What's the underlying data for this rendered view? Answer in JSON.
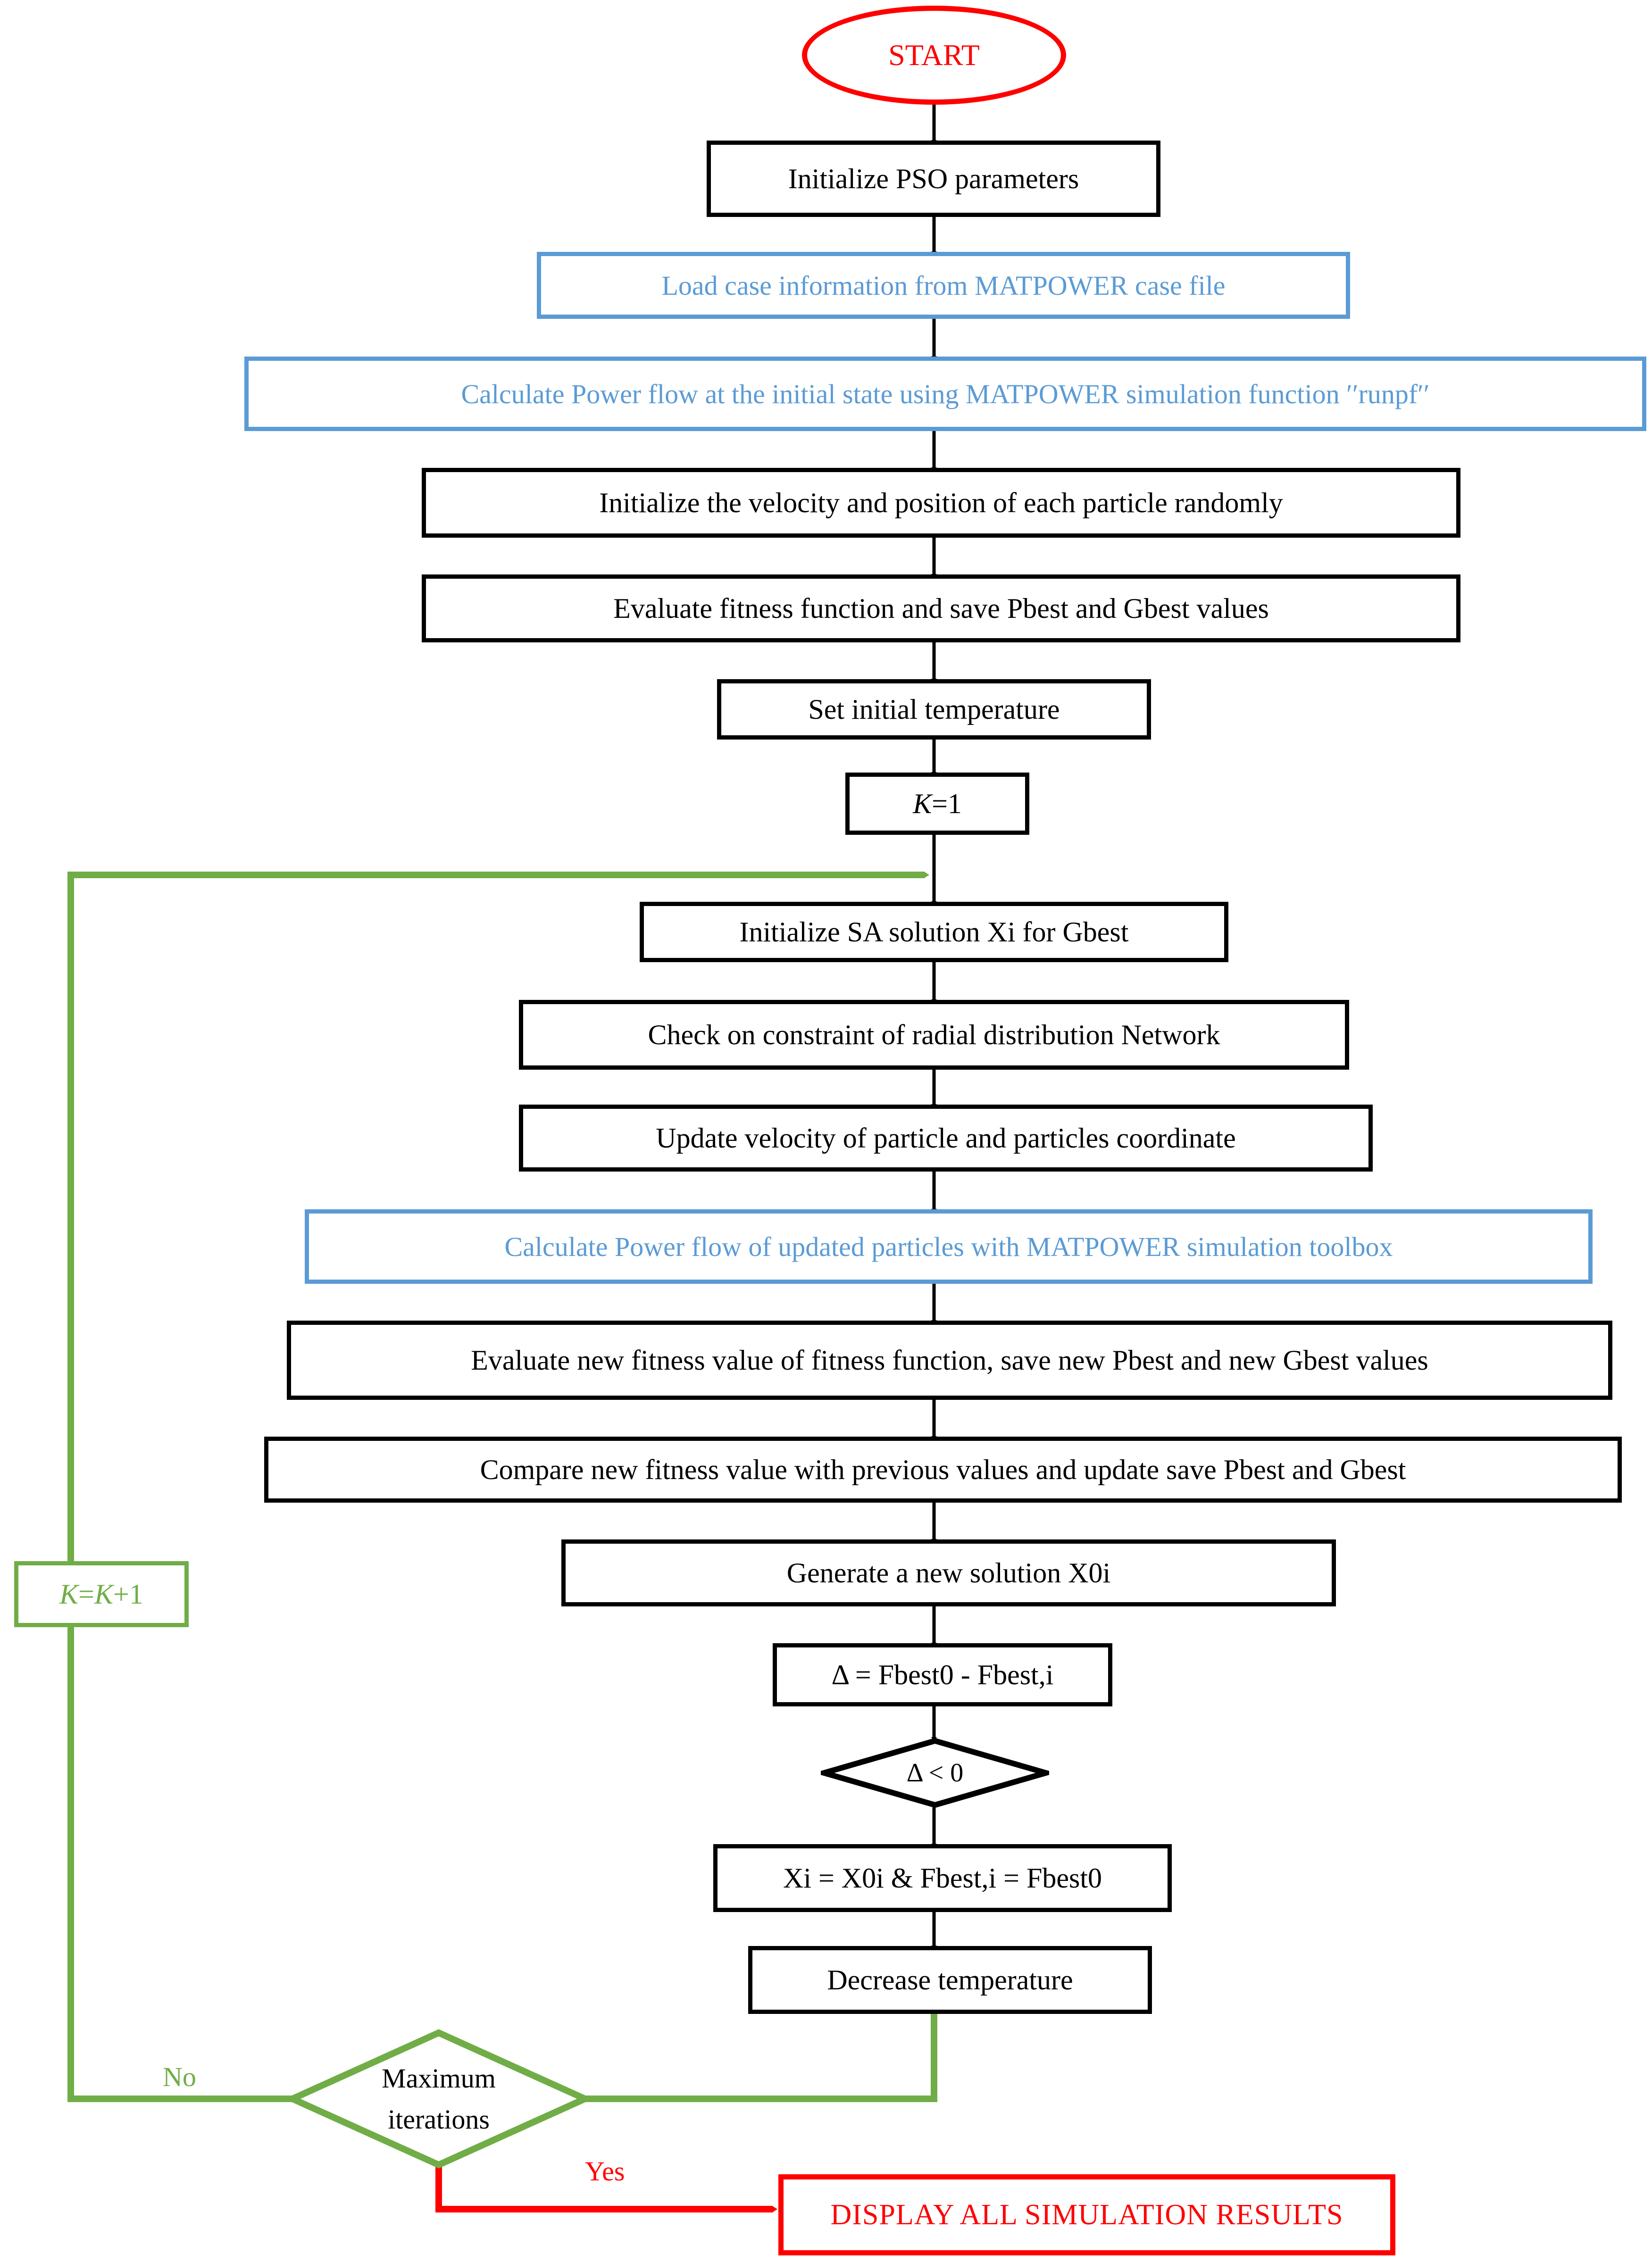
{
  "title": "PSO-SA Optimization Flowchart",
  "colors": {
    "black": "#000000",
    "blue": "#5B9BD5",
    "green": "#70AD47",
    "red": "#FF0000",
    "background": "#FFFFFF"
  },
  "nodes": {
    "start": {
      "label": "START",
      "shape": "terminator",
      "color": "red"
    },
    "init_pso": {
      "label": "Initialize PSO parameters",
      "shape": "process",
      "color": "black"
    },
    "load_case": {
      "label": "Load case information from MATPOWER case file",
      "shape": "process",
      "color": "blue"
    },
    "calc_pf_initial": {
      "label": "Calculate Power flow at the initial state using MATPOWER simulation function ′′runpf′′",
      "shape": "process",
      "color": "blue"
    },
    "init_velocity": {
      "label": "Initialize the velocity and position of each particle randomly",
      "shape": "process",
      "color": "black"
    },
    "evaluate_fitness": {
      "label": "Evaluate fitness function and save Pbest and Gbest values",
      "shape": "process",
      "color": "black"
    },
    "set_temp": {
      "label": "Set initial temperature",
      "shape": "process",
      "color": "black"
    },
    "k_equals_1": {
      "label_parts": [
        "K",
        "=1"
      ],
      "label": "K=1",
      "shape": "process",
      "color": "black"
    },
    "init_sa": {
      "label": "Initialize SA solution Xi for Gbest",
      "shape": "process",
      "color": "black"
    },
    "check_constraint": {
      "label": "Check on constraint of radial distribution Network",
      "shape": "process",
      "color": "black"
    },
    "update_velocity": {
      "label": "Update velocity of particle and particles coordinate",
      "shape": "process",
      "color": "black"
    },
    "calc_pf_updated": {
      "label": "Calculate Power flow of updated particles with MATPOWER simulation toolbox",
      "shape": "process",
      "color": "blue"
    },
    "evaluate_new": {
      "label": "Evaluate new fitness value of fitness function, save new Pbest and new Gbest values",
      "shape": "process",
      "color": "black"
    },
    "compare_new": {
      "label": "Compare new fitness value with previous values and update save Pbest and Gbest",
      "shape": "process",
      "color": "black"
    },
    "generate_new": {
      "label": "Generate a new solution X0i",
      "shape": "process",
      "color": "black"
    },
    "delta_calc": {
      "label": "Δ = Fbest0 - Fbest,i",
      "shape": "process",
      "color": "black"
    },
    "delta_test": {
      "label": "Δ < 0",
      "shape": "decision",
      "color": "black"
    },
    "assign": {
      "label": "Xi = X0i  &   Fbest,i = Fbest0",
      "shape": "process",
      "color": "black"
    },
    "decrease_temp": {
      "label": "Decrease temperature",
      "shape": "process",
      "color": "black"
    },
    "max_iterations": {
      "line1": "Maximum",
      "line2": "iterations",
      "label": "Maximum iterations",
      "shape": "decision",
      "color": "green"
    },
    "k_increment": {
      "label_parts": [
        "K",
        "=",
        "K",
        "+1"
      ],
      "label": "K=K+1",
      "shape": "process",
      "color": "green"
    },
    "display_results": {
      "label": "DISPLAY ALL SIMULATION RESULTS",
      "shape": "process",
      "color": "red"
    }
  },
  "edge_labels": {
    "no": {
      "text": "No",
      "color": "green"
    },
    "yes": {
      "text": "Yes",
      "color": "red"
    }
  }
}
